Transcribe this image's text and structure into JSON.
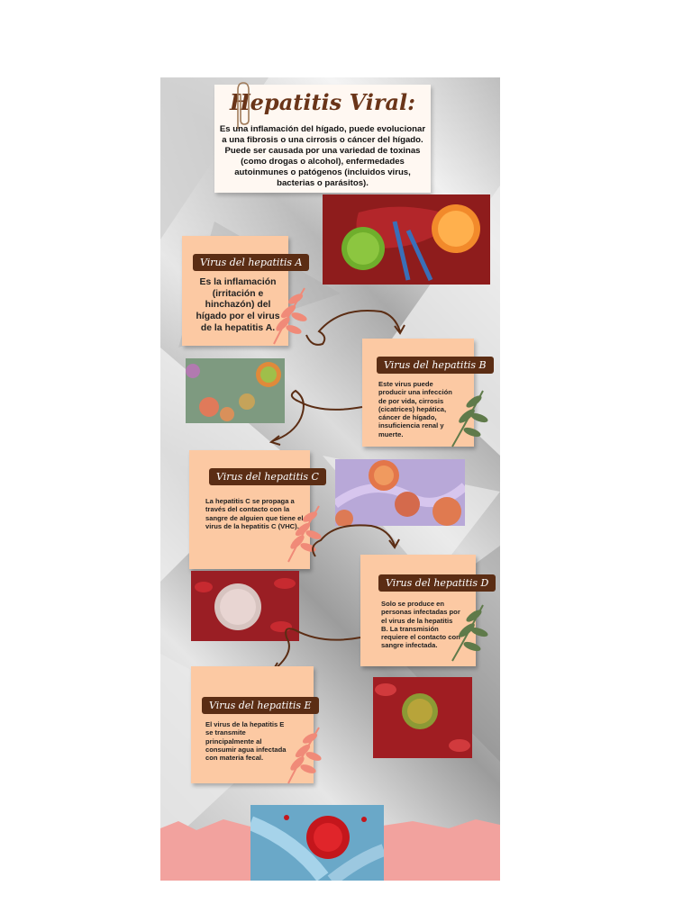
{
  "title": "Hepatitis Viral:",
  "intro": "Es una inflamación del hígado, puede evolucionar a una fibrosis o una cirrosis o cáncer del hígado. Puede ser causada por una variedad de toxinas (como drogas o alcohol), enfermedades autoinmunes o patógenos (incluidos virus, bacterias o parásitos).",
  "sections": [
    {
      "label": "Virus del hepatitis A",
      "text": "Es la inflamación (irritación e hinchazón) del hígado por el virus de la hepatitis A."
    },
    {
      "label": "Virus del hepatitis B",
      "text": "Este virus puede producir una infección de por vida, cirrosis (cicatrices) hepática, cáncer de hígado, insuficiencia renal y muerte."
    },
    {
      "label": "Virus del hepatitis C",
      "text": "La hepatitis C se propaga a través del contacto con la sangre de alguien que tiene el virus de la hepatitis C (VHC)."
    },
    {
      "label": "Virus del hepatitis D",
      "text": "Solo se produce en personas infectadas por el virus de la hepatitis B. La transmisión requiere el contacto con sangre infectada."
    },
    {
      "label": "Virus del hepatitis E",
      "text": "El virus de la hepatitis E se transmite principalmente al consumir agua infectada con materia fecal."
    }
  ],
  "colors": {
    "card": "#fcc9a3",
    "label": "#5b2d14",
    "title": "#6a3519",
    "leaf_pink": "#f08a78",
    "leaf_green": "#5f7a4a",
    "paper_bottom": "#f2a29e"
  }
}
